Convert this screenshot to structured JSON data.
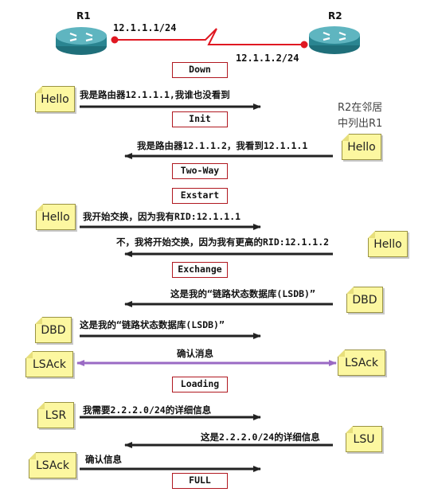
{
  "routers": {
    "r1": {
      "name": "R1",
      "ip": "12.1.1.1/24"
    },
    "r2": {
      "name": "R2",
      "ip": "12.1.1.2/24"
    }
  },
  "states": [
    "Down",
    "Init",
    "Two-Way",
    "Exstart",
    "Exchange",
    "Loading",
    "FULL"
  ],
  "packets": [
    "Hello",
    "Hello",
    "Hello",
    "Hello",
    "DBD",
    "DBD",
    "LSAck",
    "LSAck",
    "LSR",
    "LSU",
    "LSAck"
  ],
  "messages": [
    "我是路由器12.1.1.1,我谁也没看到",
    "我是路由器12.1.1.2，我看到12.1.1.1",
    "我开始交换，因为我有RID:12.1.1.1",
    "不，我将开始交换，因为我有更高的RID:12.1.1.2",
    "这是我的“链路状态数据库(LSDB)”",
    "这是我的“链路状态数据库(LSDB)”",
    "确认消息",
    "我需要2.2.2.0/24的详细信息",
    "这是2.2.2.0/24的详细信息",
    "确认信息"
  ],
  "side_note": [
    "R2在邻居",
    "中列出R1"
  ],
  "colors": {
    "state_border": "#b01820",
    "note_fill": "#fcf7a0",
    "arrow": "#222222",
    "ack_arrow": "#9a6ac4",
    "link": "#e01822",
    "router": "#2f8f9c"
  }
}
